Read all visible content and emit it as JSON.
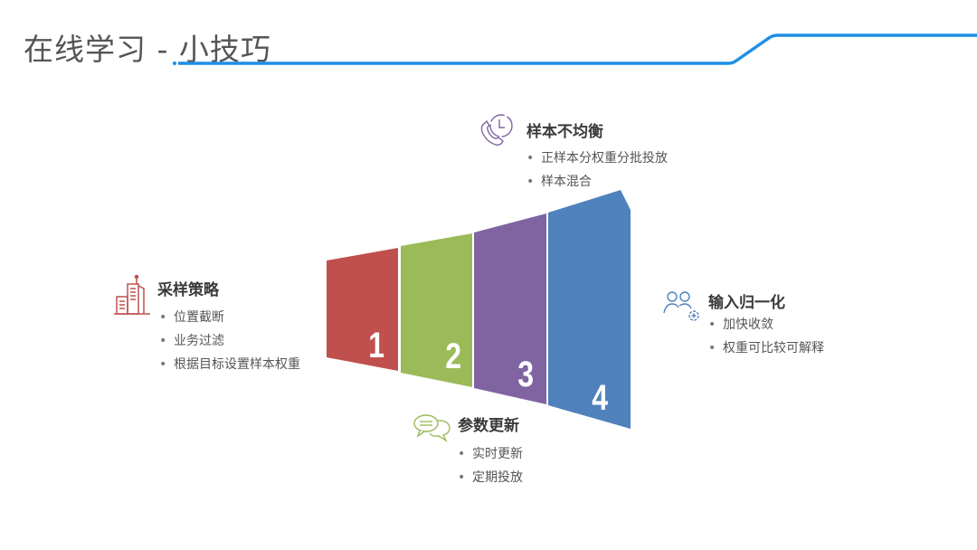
{
  "slide": {
    "title": "在线学习 - 小技巧",
    "accent_color": "#1e8fe6"
  },
  "funnel": {
    "segments": [
      {
        "number": "1",
        "color": "#c0504d"
      },
      {
        "number": "2",
        "color": "#9bbb59"
      },
      {
        "number": "3",
        "color": "#8064a2"
      },
      {
        "number": "4",
        "color": "#4f81bd"
      }
    ]
  },
  "sections": {
    "sampling": {
      "icon": "building-icon",
      "title": "采样策略",
      "items": [
        "位置截断",
        "业务过滤",
        "根据目标设置样本权重"
      ]
    },
    "imbalance": {
      "icon": "phone-clock-icon",
      "title": "样本不均衡",
      "items": [
        "正样本分权重分批投放",
        "样本混合"
      ]
    },
    "normalization": {
      "icon": "users-add-icon",
      "title": "输入归一化",
      "items": [
        "加快收敛",
        "权重可比较可解释"
      ]
    },
    "params": {
      "icon": "chat-bubbles-icon",
      "title": "参数更新",
      "items": [
        "实时更新",
        "定期投放"
      ]
    }
  }
}
